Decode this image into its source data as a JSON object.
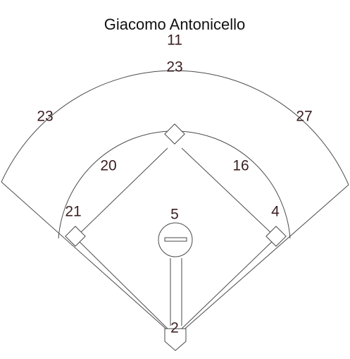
{
  "title": "Giacomo Antonicello",
  "positions": {
    "lf": "23",
    "cf_top": "11",
    "cf": "23",
    "rf": "27",
    "ss": "20",
    "second_base": "16",
    "third_base": "21",
    "pitcher": "5",
    "first_base": "4",
    "catcher": "2"
  },
  "colors": {
    "line": "#4a4a4a",
    "number_text": "#3b1f1f",
    "title_text": "#111111"
  }
}
